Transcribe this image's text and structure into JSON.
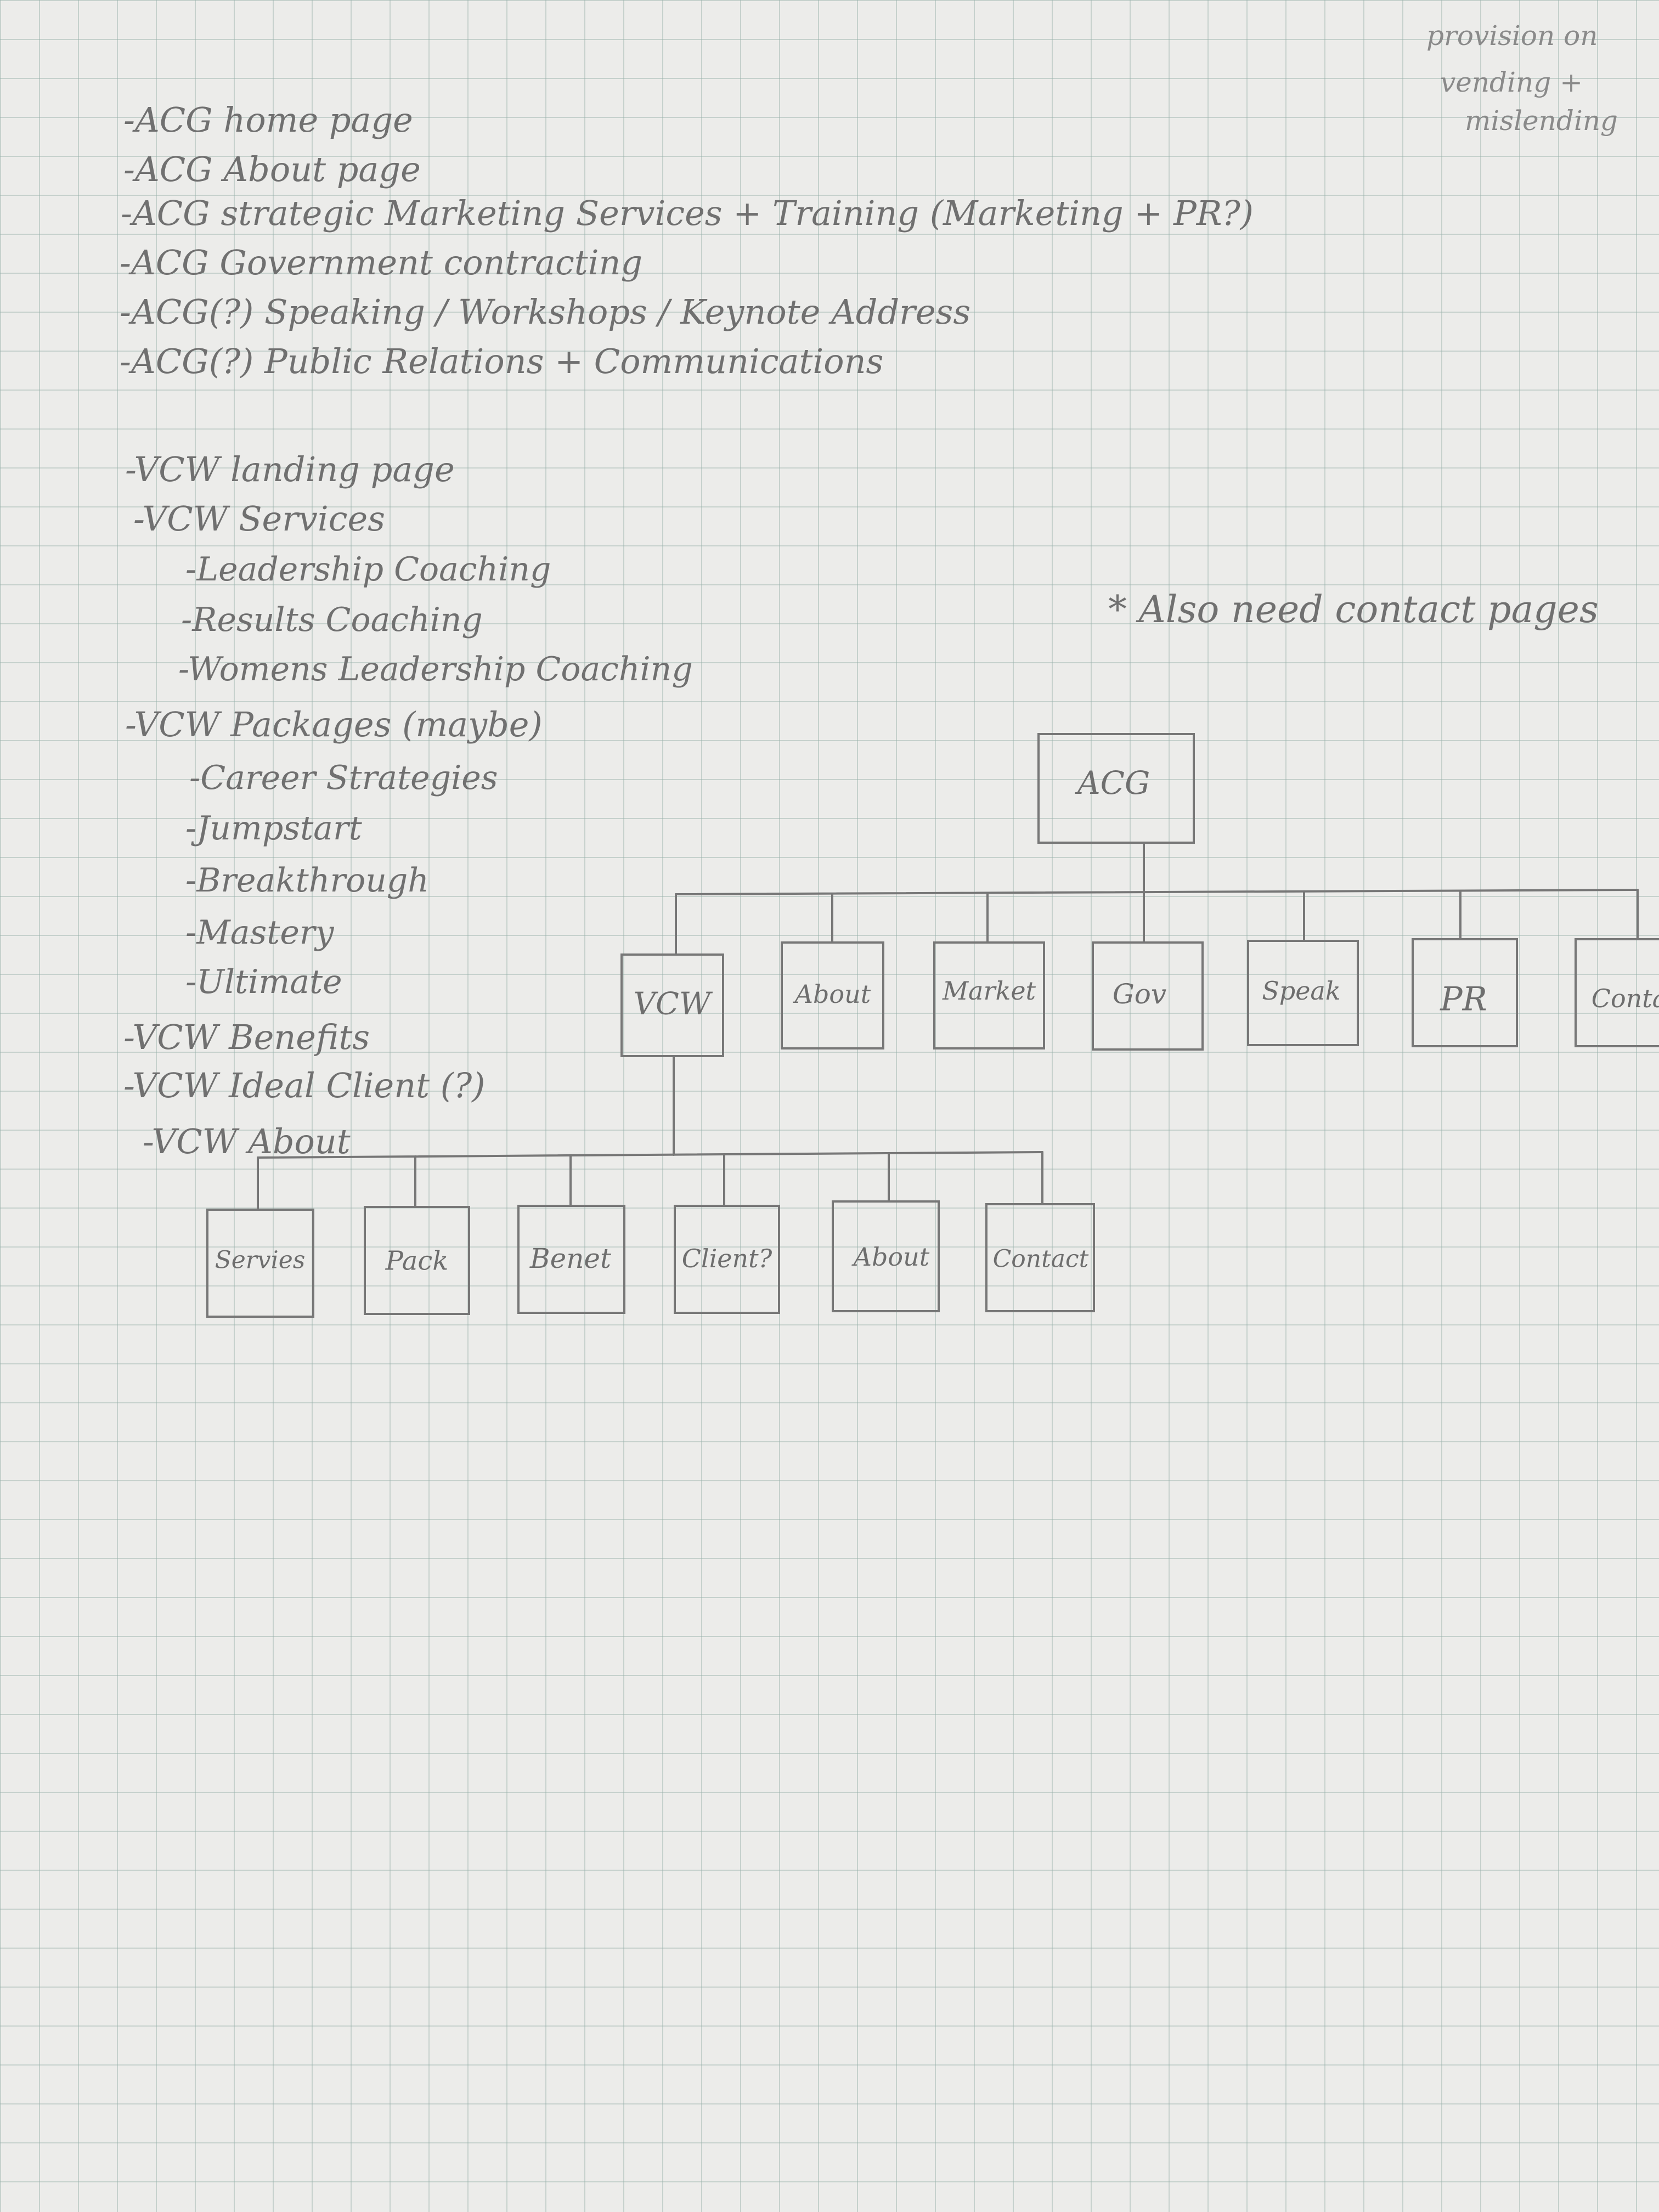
{
  "corner_note": [
    "provision on",
    "vending +",
    "mislending"
  ],
  "acg_pages": [
    "-ACG home page",
    "-ACG About page",
    "-ACG strategic Marketing Services + Training (Marketing + PR?)",
    "-ACG Government contracting",
    "-ACG(?) Speaking / Workshops / Keynote Address",
    "-ACG(?) Public Relations + Communications"
  ],
  "vcw_pages": [
    {
      "text": "-VCW landing page",
      "level": 0
    },
    {
      "text": "-VCW Services",
      "level": 0
    },
    {
      "text": "-Leadership Coaching",
      "level": 1
    },
    {
      "text": "-Results Coaching",
      "level": 1
    },
    {
      "text": "-Womens Leadership Coaching",
      "level": 1
    },
    {
      "text": "-VCW Packages (maybe)",
      "level": 0
    },
    {
      "text": "-Career Strategies",
      "level": 1
    },
    {
      "text": "-Jumpstart",
      "level": 1
    },
    {
      "text": "-Breakthrough",
      "level": 1
    },
    {
      "text": "-Mastery",
      "level": 1
    },
    {
      "text": "-Ultimate",
      "level": 1
    },
    {
      "text": "-VCW Benefits",
      "level": 0
    },
    {
      "text": "-VCW Ideal Client (?)",
      "level": 0
    },
    {
      "text": "-VCW About",
      "level": 0
    }
  ],
  "contact_note": "* Also need contact pages",
  "sitemap": {
    "root": "ACG",
    "level1": [
      "VCW",
      "About",
      "Market",
      "Gov",
      "Speak",
      "PR",
      "Conta"
    ],
    "level2": [
      "Servies",
      "Pack",
      "Benet",
      "Client?",
      "About",
      "Contact"
    ]
  }
}
